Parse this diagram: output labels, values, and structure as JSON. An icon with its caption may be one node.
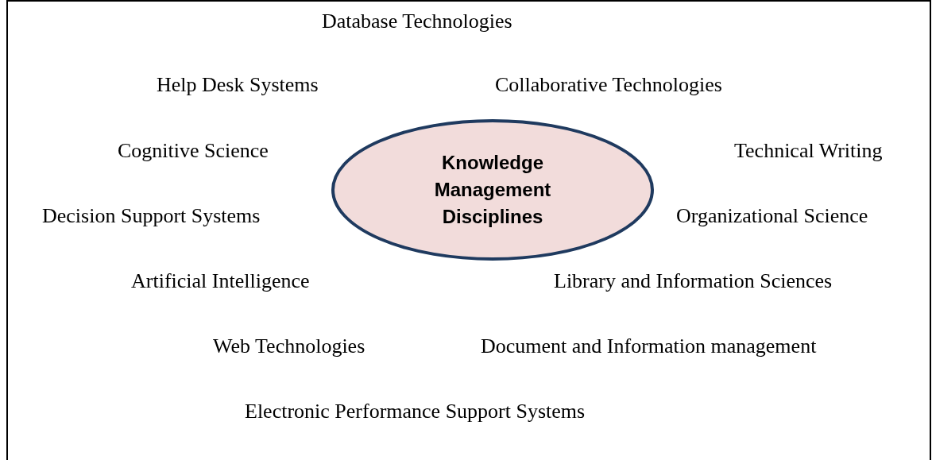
{
  "diagram": {
    "nodes": [
      {
        "text": [
          "Knowledge Management Disciplines"
        ]
      }
    ],
    "labels": [
      "Database Technologies",
      "Help Desk Systems",
      "Collaborative Technologies",
      "Cognitive Science",
      "Technical Writing",
      "Decision Support Systems",
      "Organizational Science",
      "Artificial Intelligence",
      "Library and Information Sciences",
      "Web Technologies",
      "Document and Information management",
      "Electronic Performance Support Systems"
    ]
  }
}
